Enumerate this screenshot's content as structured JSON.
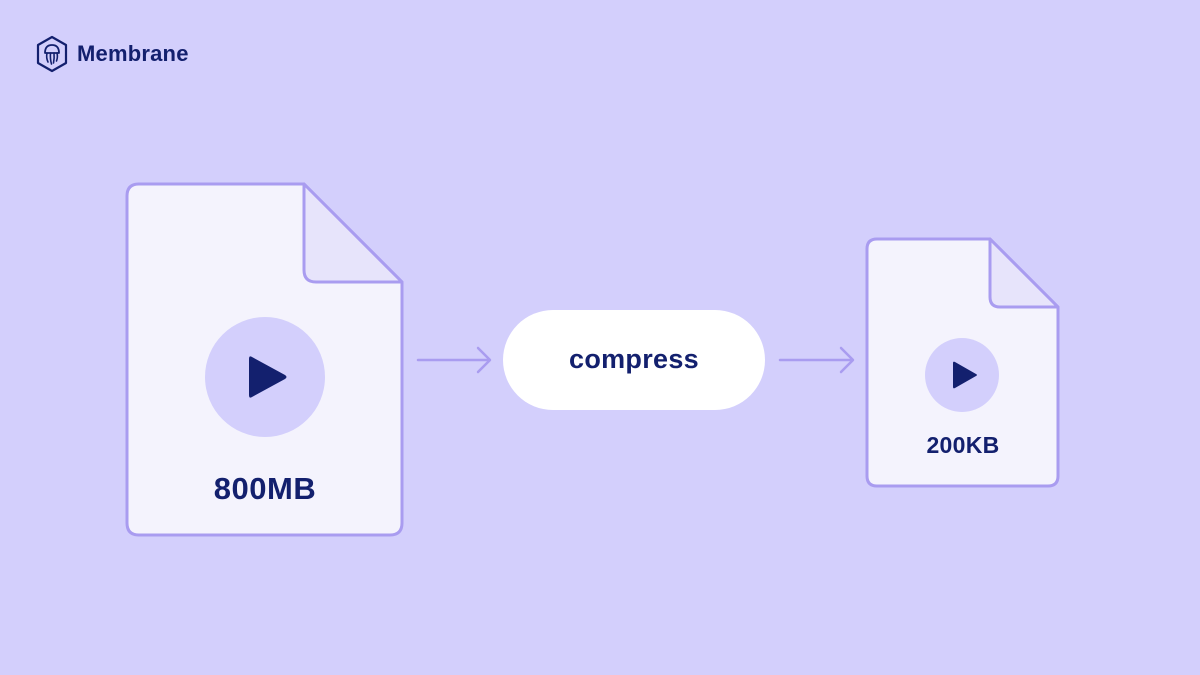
{
  "brand": {
    "name": "Membrane",
    "icon": "jellyfish-hexagon-logo-icon"
  },
  "diagram": {
    "source_file": {
      "size_label": "800MB",
      "icon": "play-icon"
    },
    "process": {
      "label": "compress"
    },
    "output_file": {
      "size_label": "200KB",
      "icon": "play-icon"
    }
  },
  "colors": {
    "background": "#d3cffc",
    "file_fill": "#f4f3fd",
    "file_stroke": "#a99cf0",
    "fold_fill": "#e7e4fb",
    "play_circle": "#d3cffc",
    "navy": "#13206e",
    "arrow": "#a99cf0",
    "pill": "#ffffff"
  }
}
